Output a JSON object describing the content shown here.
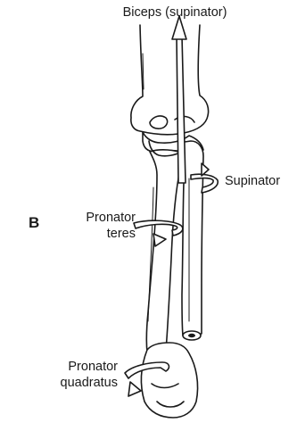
{
  "panel_label": "B",
  "labels": {
    "biceps": "Biceps (supinator)",
    "supinator": "Supinator",
    "pronator_teres_line1": "Pronator",
    "pronator_teres_line2": "teres",
    "pronator_quadratus_line1": "Pronator",
    "pronator_quadratus_line2": "quadratus"
  },
  "colors": {
    "ink": "#1a1a1a",
    "paper": "#ffffff"
  }
}
